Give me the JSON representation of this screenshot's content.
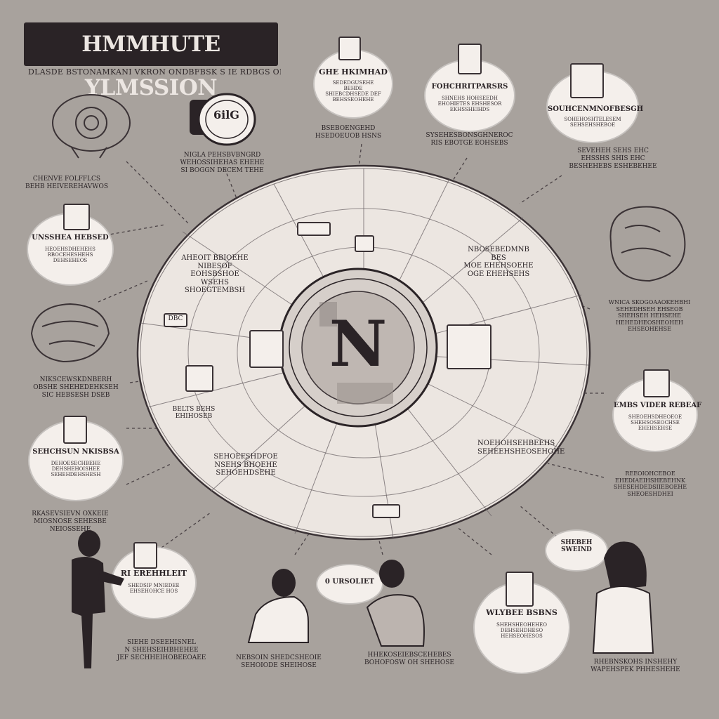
{
  "title": "HMMHUTE YLMSSION",
  "subtitle": "DLASDE BSTONAMKANI VKRON ONDBFBSK S IE RDBGS OIADASVRV",
  "center_label": "N",
  "dial_text": "6ilG",
  "bubbles": {
    "top_center_left": {
      "title": "GHE HKIMHAD",
      "body": "SEDEDGUSEHE BEHDE SHIEBCDHSEDE DEF BEHSSEOHEHE"
    },
    "top_center_right": {
      "title": "FOHCHRITPARSRS",
      "body": "SHNEHS HOHSEEDH EHOHIETES EHSHESOR EKHSSHEIHDS"
    },
    "top_right": {
      "title": "SOUHCENMNOFBESGH",
      "body": "SOHEHOSHTELESEM SEHSEHSHEBOE"
    },
    "left_upper": {
      "title": "UNSSHEA HEBSED",
      "body": "HEOEHSDHEHEHS RBOCEHESHEHS DEHSEHEOS"
    },
    "left_lower": {
      "title": "SEHCHSUN NKISBSA",
      "body": "DEHOESECHBEHE DEHSHEHOISHEE SEHEHDEHSHESH"
    },
    "right_middle": {
      "title": "EMBS VIDER REBEAF",
      "body": "SHEOEHSDHEOEOE SHEHSOSEOCHSE EHEHSEHSE"
    },
    "bottom_left": {
      "title": "RI EREHHLEIT",
      "body": "SHEDSIF MNIEDEE EHSEHOHCE HOS"
    },
    "bottom_center": {
      "title": "0 URSOLIET",
      "body": ""
    },
    "bottom_right": {
      "title": "WLYBEE BSBNS",
      "body": "SHEHSHEOHEHEO DEHSEHDHESO HEHSEOHESOS"
    },
    "bottom_right_small": {
      "title": "SHEBEH SWEIND",
      "body": ""
    }
  },
  "captions": {
    "tl": "CHENVE FOLFFLCS\nBEHB HEIVEREHAVWOS",
    "dial": "NIGLA PEHSBVBNGRD\nWEHOSSIHEHAS EHEHE\nSI BOGGN DECEM TEHE",
    "top_center_left": "BSEBOENGEHD\nHSEDOEUOB HSNS",
    "top_center_right": "SYSEHESBONSGHNEROC\nRIS EBOTGE EOHSEBS",
    "top_right": "SEVEHEH SEHS EHC\nEHSSHS SHIS EHC\nBESHEHEBS ESHEBEHEE",
    "left_mid": "NIKSCEWSKDNBERH\nOBSHE SHEHEDEHKSEH\nSIC HEBSESH DSEB",
    "left_low": "RKASEVSIEVN OXKEIE\nMIOSNOSE SEHESBE\nNEIOSSEHE",
    "right_mid": "WNICA SKOGOAAOKEHBHI\nSEHEDHSEH EHSEOB\nSHEHSEH HEHSEHE\nHEHEDHEOSHEOHEH\nEHSEOHEHSE",
    "right_low": "REEOIOHCEBOE\nEHEDIAEIHSHEBEHNK\nSHESEHDEDSIIEBOEHE\nSHEOESHDHEI",
    "bottom_left": "SIEHE DSEEHISNEL\nN SHEHSEIHBHEHEE\nJEF SECHHEIHOBEEOAEE",
    "bottom_center_l": "NEBSOIN SHEDCSHEOIE\nSEHOIODE SHEIHOSE",
    "bottom_center_r": "HHEKOSEIEBSCEHEBES\nBOHOFOSW OH SHEHOSE",
    "bottom_right": "RHEBNSKOHS INSHEHY\nWAPEHSPEK PHHESHEHE"
  },
  "disc_labels": {
    "nw": "AHEOIT BBIOEHE\nNIBESOF EOHSBSHOE\nWSEHS SHOEGTEMBSH",
    "ne": "NBOSEBEDMNB BES\nMOE EHEHSOEHE\nOGE EHEHSEHS",
    "se": "NOEHOHSEHBEEHS\nSEHEEHSHEOSEHOHE",
    "sw": "SEHOEFSHDFOE\nNSEHS BHOEHE\nSEHOEHDSEHE",
    "w": "BELTS BEHS\nEHIHOSEB",
    "box_w": "DBC"
  },
  "colors": {
    "background": "#a8a29d",
    "ink": "#2a2326",
    "paper": "#f4efeb"
  }
}
